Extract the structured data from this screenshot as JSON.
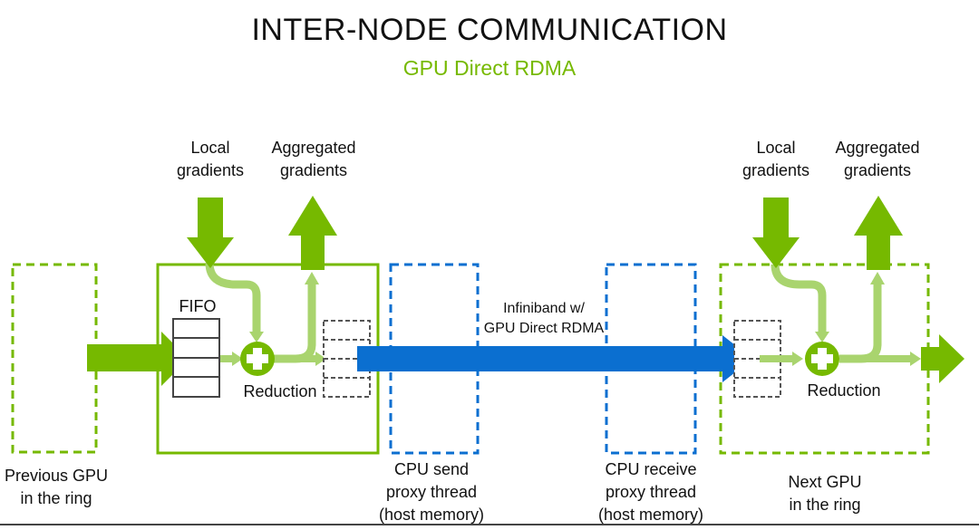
{
  "header": {
    "title": "INTER-NODE COMMUNICATION",
    "subtitle": "GPU Direct RDMA"
  },
  "colors": {
    "green_dark": "#76b900",
    "green_light": "#a9d46e",
    "blue": "#0b6fd0",
    "gray_dash": "#555555",
    "fifo_border": "#444444"
  },
  "left_gpu": {
    "local_gradients": [
      "Local",
      "gradients"
    ],
    "aggregated_gradients": [
      "Aggregated",
      "gradients"
    ],
    "fifo_label": "FIFO",
    "reduction_label": "Reduction"
  },
  "right_gpu": {
    "local_gradients": [
      "Local",
      "gradients"
    ],
    "aggregated_gradients": [
      "Aggregated",
      "gradients"
    ],
    "reduction_label": "Reduction"
  },
  "link": {
    "label": [
      "Infiniband w/",
      "GPU Direct RDMA"
    ]
  },
  "bottom_labels": {
    "previous_gpu": [
      "Previous GPU",
      "in the ring"
    ],
    "cpu_send": [
      "CPU send",
      "proxy thread",
      "(host memory)"
    ],
    "cpu_receive": [
      "CPU receive",
      "proxy thread",
      "(host memory)"
    ],
    "next_gpu": [
      "Next GPU",
      "in the ring"
    ]
  },
  "icons": {
    "reduction": "plus-circle-icon",
    "arrow": "block-arrow-icon"
  }
}
